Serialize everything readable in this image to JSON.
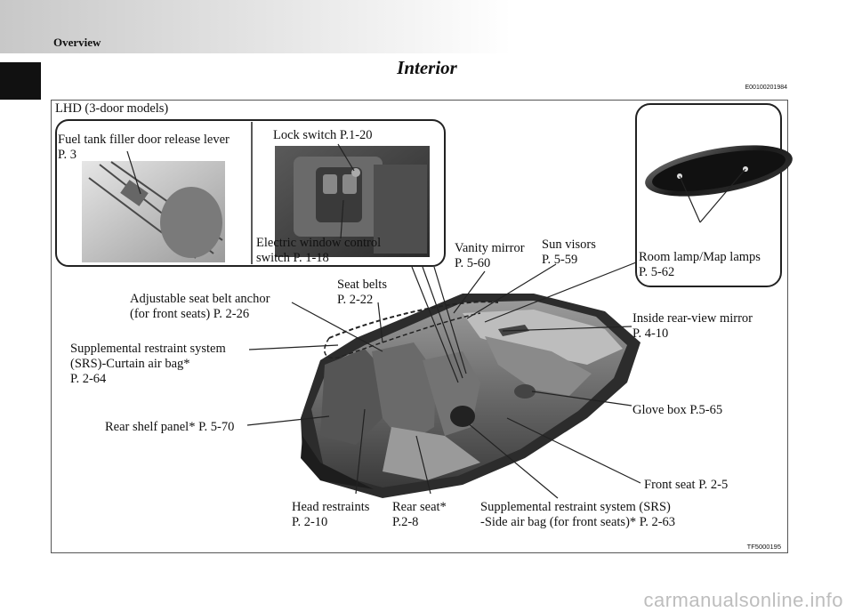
{
  "header": {
    "section": "Overview"
  },
  "page": {
    "title": "Interior",
    "code": "E00100201984"
  },
  "figure": {
    "model_label": "LHD (3-door models)",
    "ref_id": "TF5000195",
    "callouts": {
      "fuel_tank": "Fuel tank filler door release lever\nP. 3",
      "lock_switch": "Lock switch P.1-20",
      "electric_window": "Electric window control\nswitch P. 1-18",
      "vanity_mirror": "Vanity mirror\nP. 5-60",
      "sun_visors": "Sun visors\nP. 5-59",
      "room_lamp": "Room lamp/Map lamps\nP. 5-62",
      "seat_belt_anchor": "Adjustable seat belt anchor\n(for front seats) P. 2-26",
      "seat_belts": "Seat belts\nP. 2-22",
      "inside_mirror": "Inside rear-view mirror\nP. 4-10",
      "curtain_airbag": "Supplemental restraint system\n(SRS)-Curtain air bag*\nP. 2-64",
      "glove_box": "Glove box P.5-65",
      "rear_shelf": "Rear shelf panel* P. 5-70",
      "front_seat": "Front seat P. 2-5",
      "head_restraints": "Head restraints\nP. 2-10",
      "rear_seat": "Rear seat*\nP.2-8",
      "side_airbag": "Supplemental restraint system (SRS)\n-Side air bag (for front seats)* P. 2-63"
    }
  },
  "watermark": "carmanualsonline.info"
}
